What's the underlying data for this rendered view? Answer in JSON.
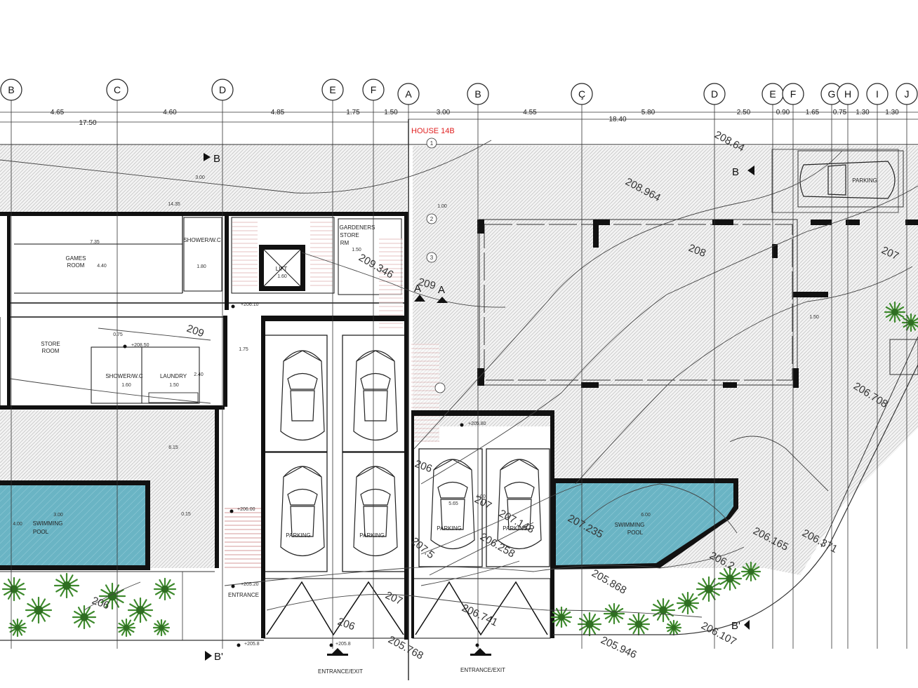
{
  "colors": {
    "pool": "#6ab4c4",
    "wall": "#111111",
    "hatch": "#b8b8b8",
    "plant": "#3f8a2e",
    "house_label": "#e02020"
  },
  "grid_left": {
    "labels": [
      "B",
      "C",
      "D",
      "E",
      "F"
    ],
    "dims": [
      "4.65",
      "4.60",
      "4.85",
      "1.75",
      "1.50"
    ],
    "total": "17.50"
  },
  "grid_right": {
    "labels": [
      "A",
      "B",
      "Ç",
      "D",
      "E",
      "F",
      "G",
      "H",
      "I",
      "J"
    ],
    "dims": [
      "3.00",
      "4.55",
      "5.80",
      "2.50",
      "0.90",
      "1.65",
      "0.75",
      "1.30",
      "1.30"
    ],
    "total": "18.40"
  },
  "house_label": "HOUSE 14B",
  "rooms": {
    "games": [
      "GAMES",
      "ROOM"
    ],
    "shower_top": "SHOWER/W.C",
    "lift": "LIFT",
    "gardeners": [
      "GARDENERS",
      "STORE",
      "RM"
    ],
    "store": [
      "STORE",
      "ROOM"
    ],
    "shower_bottom": "SHOWER/W.C",
    "laundry": "LAUNDRY",
    "pool_left": [
      "SWIMMING",
      "POOL"
    ],
    "pool_right": [
      "SWIMMING",
      "POOL"
    ],
    "parking": "PARKING",
    "entrance": "ENTRANCE",
    "entrance_exit": "ENTRANCE/EXIT"
  },
  "room_dims": {
    "games_w": "7.35",
    "games_h": "4.40",
    "shower_top": "1.80",
    "lift_w": "1.60",
    "gardeners": "1.50",
    "store": "0.75",
    "store_w": "1.75",
    "shower_bottom": "1.60",
    "laundry": "1.50",
    "laundry_h": "2.40",
    "pool_left_w": "3.00",
    "pool_left_h": "4.00",
    "pool_side": "6.15",
    "pool_left_gap": "0.15",
    "pool_right_w": "6.00",
    "top_strip": "14.35",
    "right_small": "1.00",
    "parking_h": "5.65",
    "parking_w": "4.00",
    "pad": "1.50",
    "pad2": "3.00"
  },
  "elevations": {
    "corridor": "+206.10",
    "store": "+208.50",
    "lobby": "+206.00",
    "entrance": "+205.20",
    "gate_left": "+205.8",
    "gate_right": "+205.8",
    "garage": "+205.80"
  },
  "contours": [
    "208.64",
    "208.964",
    "208",
    "207",
    "209.346",
    "209",
    "209",
    "206.708",
    "206",
    "207",
    "207.148",
    "207.235",
    "206.258",
    "205.868",
    "207.5",
    "207",
    "206.741",
    "206",
    "205.768",
    "206.165",
    "206.371",
    "206.2",
    "206.107",
    "205.946",
    "206"
  ],
  "section_marks": [
    "B",
    "B",
    "A",
    "A",
    "B'",
    "B'"
  ],
  "axis_numbers": [
    "1",
    "2",
    "3"
  ]
}
